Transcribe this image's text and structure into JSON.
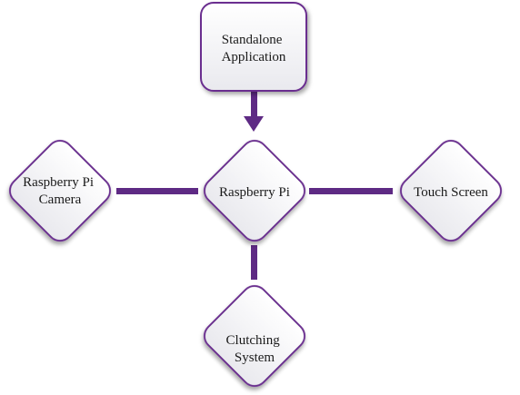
{
  "diagram": {
    "nodes": {
      "standalone_application": {
        "label_lines": [
          "Standalone",
          "Application"
        ]
      },
      "raspberry_pi": {
        "label_lines": [
          "Raspberry Pi"
        ]
      },
      "raspberry_pi_camera": {
        "label_lines": [
          "Raspberry Pi",
          "Camera"
        ]
      },
      "touch_screen": {
        "label_lines": [
          "Touch Screen"
        ]
      },
      "clutching_system": {
        "label_lines": [
          "Clutching",
          "System"
        ]
      }
    },
    "edges": [
      {
        "from": "standalone_application",
        "to": "raspberry_pi",
        "arrow": true
      },
      {
        "from": "raspberry_pi",
        "to": "raspberry_pi_camera",
        "arrow": false
      },
      {
        "from": "raspberry_pi",
        "to": "touch_screen",
        "arrow": false
      },
      {
        "from": "raspberry_pi",
        "to": "clutching_system",
        "arrow": false
      }
    ],
    "colors": {
      "outline": "#6b2f8f",
      "connector": "#5e2a84",
      "fill_top": "#ffffff",
      "fill_bottom": "#e9e9ee"
    }
  }
}
